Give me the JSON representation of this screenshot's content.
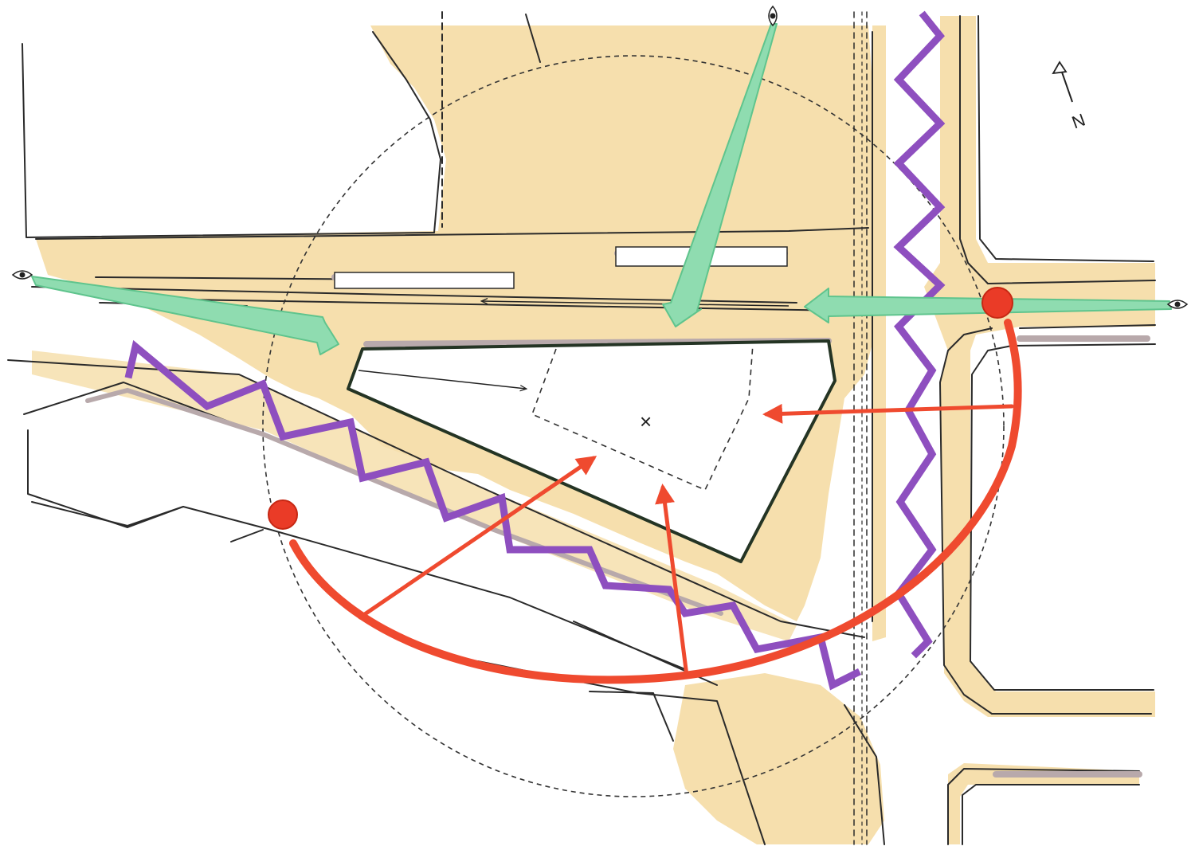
{
  "diagram": {
    "type": "site-analysis-sketch",
    "north_label": "N",
    "center_mark": "×",
    "colors": {
      "built_area": "#f6dfad",
      "built_area_edge": "#efcf8f",
      "view_corridor": "#8fdcb0",
      "view_corridor_edge": "#5fc48d",
      "noise_barrier": "#8e4fbf",
      "access_arc": "#ef4a2f",
      "access_node": "#ea3b27",
      "site_outline": "#243424",
      "linework": "#2a2a2a",
      "shadow": "#b8a9ab"
    },
    "layers": [
      {
        "name": "built-area",
        "icon": "yellow-wash"
      },
      {
        "name": "view-corridors",
        "icon": "green-arrow",
        "count": 3
      },
      {
        "name": "noise-zigzag",
        "icon": "purple-zigzag",
        "count": 2
      },
      {
        "name": "access-arc",
        "icon": "red-arc"
      },
      {
        "name": "access-nodes",
        "icon": "red-dot",
        "count": 2
      },
      {
        "name": "radius-circle",
        "icon": "dashed-circle"
      },
      {
        "name": "eye-viewpoints",
        "icon": "eye-icon",
        "count": 3
      }
    ]
  }
}
